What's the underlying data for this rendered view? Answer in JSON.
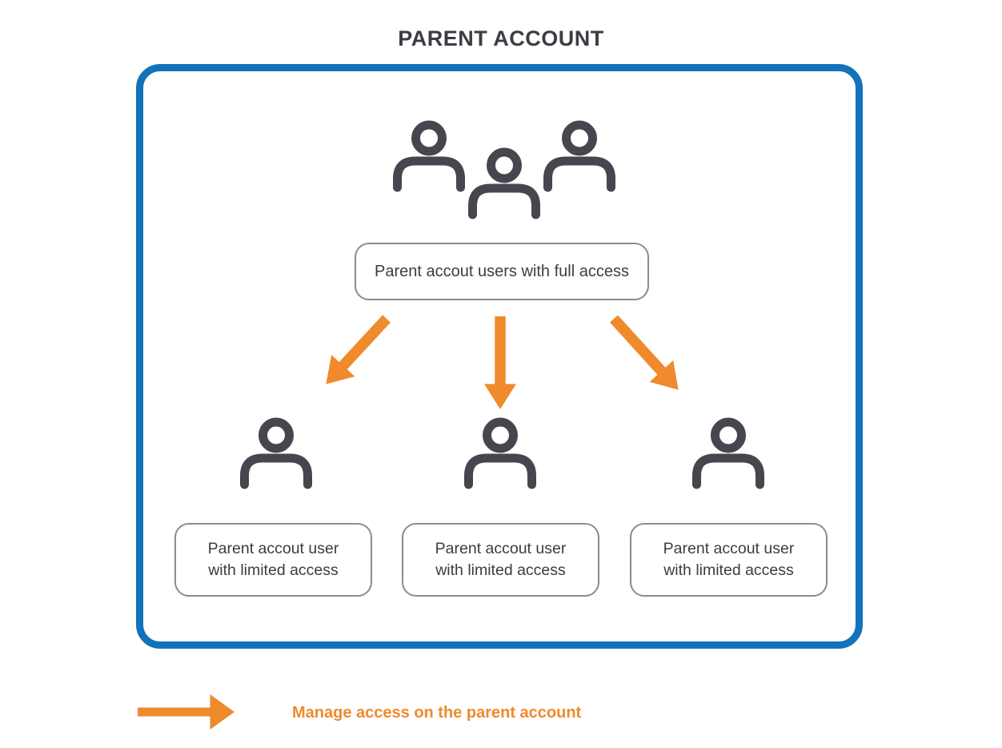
{
  "title": "PARENT ACCOUNT",
  "parent_box": {
    "full_access_label": "Parent accout users with full access"
  },
  "limited_users": [
    {
      "line1": "Parent accout user",
      "line2": "with limited access"
    },
    {
      "line1": "Parent accout user",
      "line2": "with limited access"
    },
    {
      "line1": "Parent accout user",
      "line2": "with limited access"
    }
  ],
  "legend": {
    "label": "Manage access on the parent account"
  },
  "icons": {
    "group": "users-group-icon",
    "single": "user-icon",
    "arrows": [
      "arrow-down-left-icon",
      "arrow-down-icon",
      "arrow-down-right-icon"
    ],
    "legend_arrow": "arrow-right-icon"
  },
  "colors": {
    "container_border": "#1273BA",
    "arrow": "#EF8A2D",
    "icon": "#47464E",
    "label_border": "#8B8B93",
    "text": "#3C3C43"
  }
}
